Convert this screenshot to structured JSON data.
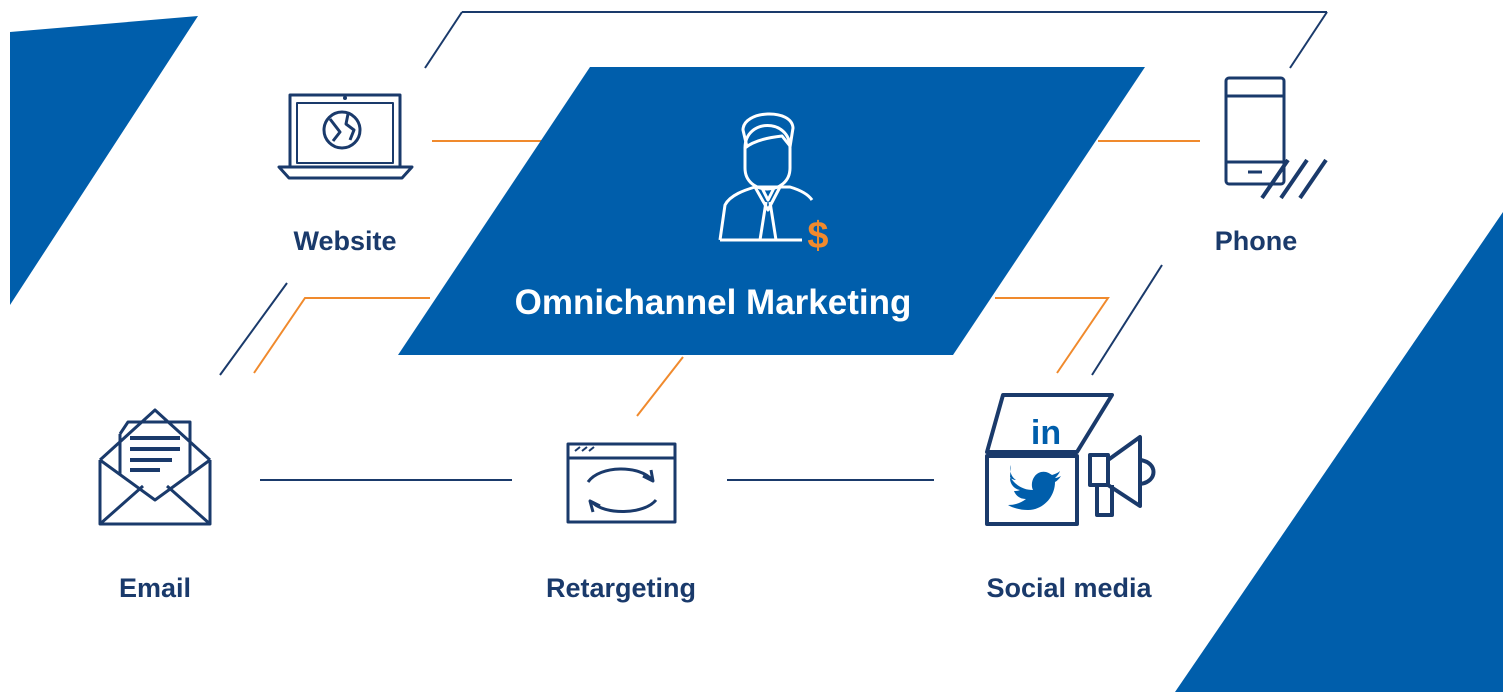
{
  "center": {
    "title": "Omnichannel Marketing"
  },
  "channels": {
    "website": "Website",
    "phone": "Phone",
    "email": "Email",
    "retargeting": "Retargeting",
    "social": "Social media"
  },
  "icons": {
    "center": "businessman-dollar-icon",
    "website": "laptop-globe-icon",
    "phone": "smartphone-icon",
    "email": "envelope-letter-icon",
    "retargeting": "browser-refresh-icon",
    "social": "social-media-megaphone-icon",
    "linkedin_text": "in"
  },
  "colors": {
    "brand_blue": "#005eab",
    "navy": "#1a3a6b",
    "orange": "#f08a2d",
    "white": "#ffffff"
  }
}
